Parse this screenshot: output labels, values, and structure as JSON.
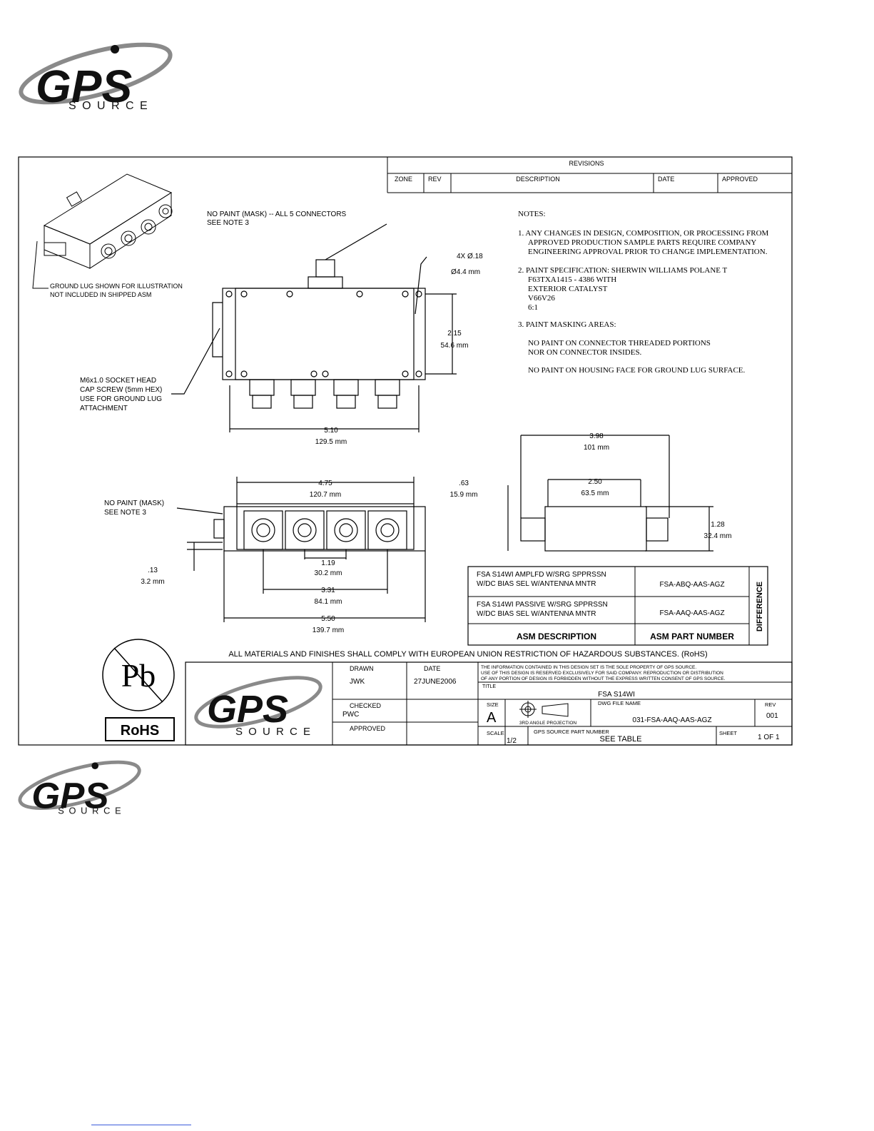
{
  "logo": {
    "gps": "GPS",
    "source": "S O U R C E"
  },
  "revisions": {
    "title": "REVISIONS",
    "headers": [
      "ZONE",
      "REV",
      "DESCRIPTION",
      "DATE",
      "APPROVED"
    ]
  },
  "notes": {
    "title": "NOTES:",
    "n1": [
      "1.  ANY CHANGES IN DESIGN, COMPOSITION, OR PROCESSING FROM",
      "APPROVED PRODUCTION SAMPLE PARTS REQUIRE COMPANY",
      "ENGINEERING APPROVAL PRIOR TO CHANGE IMPLEMENTATION."
    ],
    "n2": [
      "2.  PAINT SPECIFICATION:  SHERWIN WILLIAMS POLANE T",
      "F63TXA1415 - 4386 WITH",
      "EXTERIOR CATALYST",
      "V66V26",
      "6:1"
    ],
    "n3": [
      "3.  PAINT MASKING AREAS:",
      "NO PAINT ON CONNECTOR THREADED PORTIONS",
      "NOR ON CONNECTOR INSIDES.",
      "NO PAINT ON HOUSING FACE FOR GROUND LUG SURFACE."
    ]
  },
  "callouts": {
    "no_paint_connectors": [
      "NO PAINT (MASK) -- ALL 5 CONNECTORS",
      "SEE NOTE 3"
    ],
    "ground_lug": [
      "GROUND LUG SHOWN FOR ILLUSTRATION",
      "NOT INCLUDED IN SHIPPED ASM"
    ],
    "screw": [
      "M6x1.0 SOCKET HEAD",
      "CAP SCREW (5mm HEX)",
      "USE FOR GROUND LUG",
      "ATTACHMENT"
    ],
    "no_paint_mask": [
      "NO PAINT (MASK)",
      "SEE NOTE 3"
    ]
  },
  "dims": {
    "hole": [
      "4X Ø.18",
      "Ø4.4 mm"
    ],
    "height": [
      "2.15",
      "54.6 mm"
    ],
    "width": [
      "5.10",
      "129.5 mm"
    ],
    "front_width": [
      "4.75",
      "120.7 mm"
    ],
    "thick": [
      ".13",
      "3.2 mm"
    ],
    "pitch": [
      "1.19",
      "30.2 mm"
    ],
    "span": [
      "3.31",
      "84.1 mm"
    ],
    "overall": [
      "5.50",
      "139.7 mm"
    ],
    "side_overall": [
      "3.98",
      "101 mm"
    ],
    "side_body": [
      "2.50",
      "63.5 mm"
    ],
    "side_base": [
      ".63",
      "15.9 mm"
    ],
    "side_height": [
      "1.28",
      "32.4 mm"
    ]
  },
  "part_table": {
    "rows": [
      {
        "desc": [
          "FSA S14WI AMPLFD W/SRG SPPRSSN",
          "W/DC BIAS SEL W/ANTENNA MNTR"
        ],
        "part": "FSA-ABQ-AAS-AGZ"
      },
      {
        "desc": [
          "FSA S14WI PASSIVE W/SRG SPPRSSN",
          "W/DC BIAS SEL W/ANTENNA MNTR"
        ],
        "part": "FSA-AAQ-AAS-AGZ"
      }
    ],
    "col_desc": "ASM DESCRIPTION",
    "col_part": "ASM PART NUMBER",
    "side": "DIFFERENCE"
  },
  "rohs_statement": "ALL MATERIALS AND FINISHES SHALL COMPLY WITH EUROPEAN UNION RESTRICTION OF HAZARDOUS SUBSTANCES. (RoHS)",
  "pb": "Pb",
  "rohs": "RoHS",
  "title_block": {
    "drawn_label": "DRAWN",
    "drawn": "JWK",
    "date_label": "DATE",
    "date": "27JUNE2006",
    "checked_label": "CHECKED",
    "checked": "PWC",
    "approved_label": "APPROVED",
    "prop": [
      "THE INFORMATION CONTAINED IN THIS DESIGN SET IS THE SOLE PROPERTY OF GPS SOURCE.",
      "USE OF THIS DESIGN IS RESERVED EXCLUSIVELY FOR SAID COMPANY.  REPRODUCTION OR DISTRIBUTION",
      "OF ANY PORTION OF  DESIGN IS FORBIDDEN WITHOUT THE EXPRESS WRITTEN CONSENT OF GPS SOURCE."
    ],
    "title_label": "TITLE",
    "title": "FSA S14WI",
    "size_label": "SIZE",
    "size": "A",
    "projection": "3RD ANGLE PROJECTION",
    "dwg_label": "DWG FILE NAME",
    "dwg": "031-FSA-AAQ-AAS-AGZ",
    "rev_label": "REV",
    "rev": "001",
    "scale_label": "SCALE",
    "scale": "1/2",
    "pn_label": "GPS SOURCE PART NUMBER",
    "pn": "SEE TABLE",
    "sheet_label": "SHEET",
    "sheet": "1 OF 1"
  },
  "colors": {
    "logo_black": "#111111",
    "swoosh": "#8a8a8a",
    "line": "#000000"
  }
}
